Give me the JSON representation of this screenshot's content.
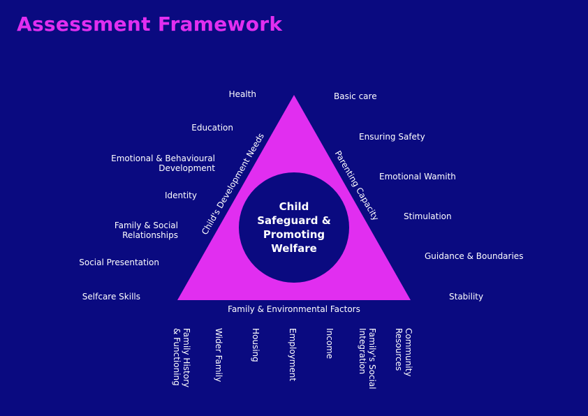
{
  "title": "Assessment Framework",
  "colors": {
    "background": "#0a0a80",
    "triangle": "#e12ef0",
    "title": "#e12ef0",
    "circle": "#0a0a80",
    "text": "#ffffff"
  },
  "center": {
    "line1": "Child",
    "line2": "Safeguard &",
    "line3": "Promoting",
    "line4": "Welfare"
  },
  "sides": {
    "left": "Child's Development Needs",
    "right": "Parenting Capacity",
    "bottom": "Family & Environmental Factors"
  },
  "development_needs": {
    "health": "Health",
    "education": "Education",
    "emotional_1": "Emotional & Behavioural",
    "emotional_2": "Development",
    "identity": "Identity",
    "family_social_1": "Family & Social",
    "family_social_2": "Relationships",
    "social_presentation": "Social Presentation",
    "selfcare": "Selfcare Skills"
  },
  "parenting_capacity": {
    "basic_care": "Basic care",
    "ensuring_safety": "Ensuring Safety",
    "emotional_warmth": "Emotional Wamith",
    "stimulation": "Stimulation",
    "guidance": "Guidance & Boundaries",
    "stability": "Stability"
  },
  "family_factors": {
    "history_1": "Family History",
    "history_2": "& Functioning",
    "wider_family": "Wider Family",
    "housing": "Housing",
    "employment": "Employment",
    "income": "Income",
    "social_integration_1": "Family's Social",
    "social_integration_2": "Integration",
    "community_1": "Community",
    "community_2": "Resources"
  }
}
